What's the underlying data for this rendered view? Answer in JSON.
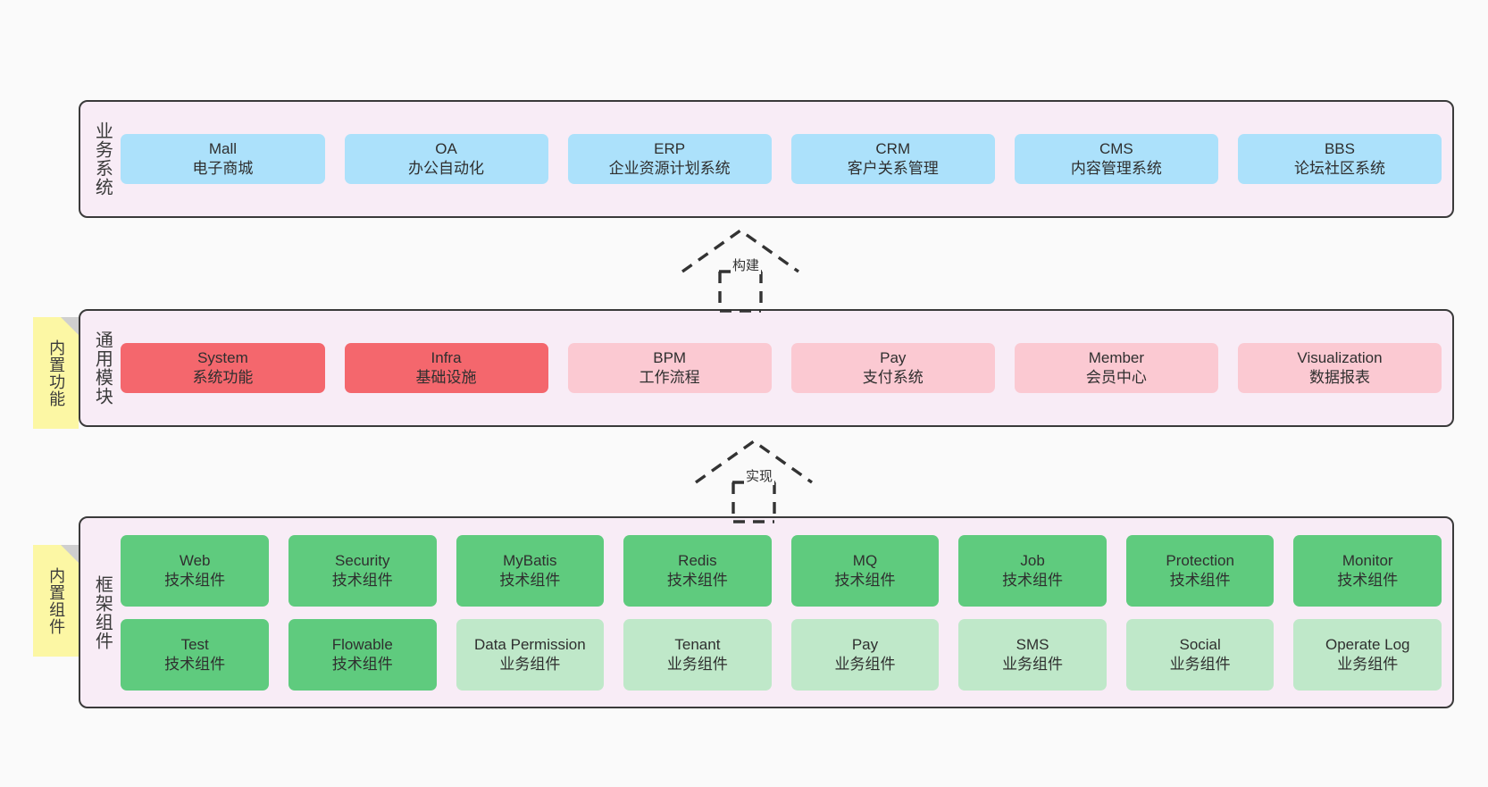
{
  "canvas": {
    "background": "#fafafa",
    "panel_background": "#f8ecf6",
    "panel_border": "#3a3a3a"
  },
  "palette": {
    "blue": "#ace1fb",
    "red": "#f4676d",
    "pink": "#fbc9d2",
    "green": "#5fcb7e",
    "light_green": "#bfe8c9",
    "sticky_yellow": "#fcf7a4",
    "sticky_fold": "#cfcfcf"
  },
  "layers": [
    {
      "id": "business-systems",
      "title": "业务系统",
      "rows": [
        {
          "cards": [
            {
              "name": "mall",
              "title": "Mall",
              "subtitle": "电子商城",
              "color": "blue"
            },
            {
              "name": "oa",
              "title": "OA",
              "subtitle": "办公自动化",
              "color": "blue"
            },
            {
              "name": "erp",
              "title": "ERP",
              "subtitle": "企业资源计划系统",
              "color": "blue"
            },
            {
              "name": "crm",
              "title": "CRM",
              "subtitle": "客户关系管理",
              "color": "blue"
            },
            {
              "name": "cms",
              "title": "CMS",
              "subtitle": "内容管理系统",
              "color": "blue"
            },
            {
              "name": "bbs",
              "title": "BBS",
              "subtitle": "论坛社区系统",
              "color": "blue"
            }
          ]
        }
      ]
    },
    {
      "id": "common-modules",
      "title": "通用模块",
      "sticky": "内置功能",
      "rows": [
        {
          "cards": [
            {
              "name": "system",
              "title": "System",
              "subtitle": "系统功能",
              "color": "red"
            },
            {
              "name": "infra",
              "title": "Infra",
              "subtitle": "基础设施",
              "color": "red"
            },
            {
              "name": "bpm",
              "title": "BPM",
              "subtitle": "工作流程",
              "color": "pink"
            },
            {
              "name": "pay",
              "title": "Pay",
              "subtitle": "支付系统",
              "color": "pink"
            },
            {
              "name": "member",
              "title": "Member",
              "subtitle": "会员中心",
              "color": "pink"
            },
            {
              "name": "visualization",
              "title": "Visualization",
              "subtitle": "数据报表",
              "color": "pink"
            }
          ]
        }
      ]
    },
    {
      "id": "framework-components",
      "title": "框架组件",
      "sticky": "内置组件",
      "rows": [
        {
          "cards": [
            {
              "name": "web",
              "title": "Web",
              "subtitle": "技术组件",
              "color": "green"
            },
            {
              "name": "security",
              "title": "Security",
              "subtitle": "技术组件",
              "color": "green"
            },
            {
              "name": "mybatis",
              "title": "MyBatis",
              "subtitle": "技术组件",
              "color": "green"
            },
            {
              "name": "redis",
              "title": "Redis",
              "subtitle": "技术组件",
              "color": "green"
            },
            {
              "name": "mq",
              "title": "MQ",
              "subtitle": "技术组件",
              "color": "green"
            },
            {
              "name": "job",
              "title": "Job",
              "subtitle": "技术组件",
              "color": "green"
            },
            {
              "name": "protection",
              "title": "Protection",
              "subtitle": "技术组件",
              "color": "green"
            },
            {
              "name": "monitor",
              "title": "Monitor",
              "subtitle": "技术组件",
              "color": "green"
            }
          ]
        },
        {
          "cards": [
            {
              "name": "test",
              "title": "Test",
              "subtitle": "技术组件",
              "color": "green"
            },
            {
              "name": "flowable",
              "title": "Flowable",
              "subtitle": "技术组件",
              "color": "green"
            },
            {
              "name": "data-permission",
              "title": "Data Permission",
              "subtitle": "业务组件",
              "color": "light_green",
              "wrap": true
            },
            {
              "name": "tenant",
              "title": "Tenant",
              "subtitle": "业务组件",
              "color": "light_green"
            },
            {
              "name": "pay-component",
              "title": "Pay",
              "subtitle": "业务组件",
              "color": "light_green"
            },
            {
              "name": "sms",
              "title": "SMS",
              "subtitle": "业务组件",
              "color": "light_green"
            },
            {
              "name": "social",
              "title": "Social",
              "subtitle": "业务组件",
              "color": "light_green"
            },
            {
              "name": "operate-log",
              "title": "Operate Log",
              "subtitle": "业务组件",
              "color": "light_green"
            }
          ]
        }
      ]
    }
  ],
  "connectors": [
    {
      "id": "build",
      "label": "构建",
      "from": "common-modules",
      "to": "business-systems"
    },
    {
      "id": "implement",
      "label": "实现",
      "from": "framework-components",
      "to": "common-modules"
    }
  ]
}
